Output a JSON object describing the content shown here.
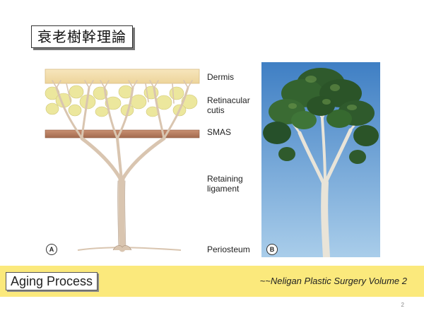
{
  "slide": {
    "title": "衰老樹幹理論",
    "page_number": "2"
  },
  "figure_a": {
    "badge": "A",
    "labels": {
      "dermis": "Dermis",
      "retinacular": "Retinacular\ncutis",
      "smas": "SMAS",
      "retaining": "Retaining\nligament",
      "periosteum": "Periosteum"
    },
    "colors": {
      "dermis": "#f3dca8",
      "fat": "#e8e49a",
      "smas": "#b97a5c",
      "branch": "#d9c5b0",
      "branch_stroke": "#a8907a"
    }
  },
  "photo_b": {
    "badge": "B",
    "colors": {
      "sky_top": "#3f7fc4",
      "sky_bottom": "#a9cdea",
      "foliage": "#2f5a2c",
      "trunk": "#e9e4d8"
    }
  },
  "footer": {
    "title": "Aging Process",
    "credit": "~~Neligan Plastic Surgery Volume 2",
    "band_color": "#fbe97c"
  }
}
